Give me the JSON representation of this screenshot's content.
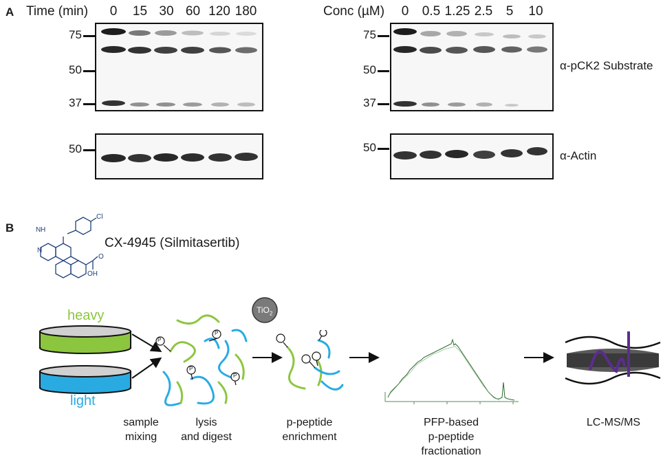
{
  "panelA": {
    "letter": "A",
    "left": {
      "header": "Time (min)",
      "lanes": [
        "0",
        "15",
        "30",
        "60",
        "120",
        "180"
      ],
      "markers": [
        "75",
        "50",
        "37"
      ],
      "actin_marker": "50"
    },
    "right": {
      "header": "Conc (µM)",
      "lanes": [
        "0",
        "0.5",
        "1.25",
        "2.5",
        "5",
        "10"
      ],
      "markers": [
        "75",
        "50",
        "37"
      ],
      "actin_marker": "50"
    },
    "antibodies": {
      "substrate": "α-pCK2 Substrate",
      "actin": "α-Actin"
    }
  },
  "panelB": {
    "letter": "B",
    "compound": "CX-4945 (Silmitasertib)",
    "heavy_label": "heavy",
    "light_label": "light",
    "tio2": "TiO",
    "tio2_sub": "2",
    "phospho": "P",
    "structure_labels": {
      "nh": "N",
      "h": "H",
      "cl": "Cl",
      "o": "O",
      "oh": "OH",
      "n": "N"
    },
    "steps": [
      {
        "line1": "sample",
        "line2": "mixing",
        "line3": ""
      },
      {
        "line1": "lysis",
        "line2": "and digest",
        "line3": ""
      },
      {
        "line1": "p-peptide",
        "line2": "enrichment",
        "line3": ""
      },
      {
        "line1": "PFP-based",
        "line2": "p-peptide",
        "line3": "fractionation"
      },
      {
        "line1": "LC-MS/MS",
        "line2": "",
        "line3": ""
      }
    ],
    "colors": {
      "heavy": "#8cc63f",
      "light": "#29abe2",
      "ms_purple": "#5b2d8e",
      "trace_green": "#2e6b2e"
    }
  }
}
